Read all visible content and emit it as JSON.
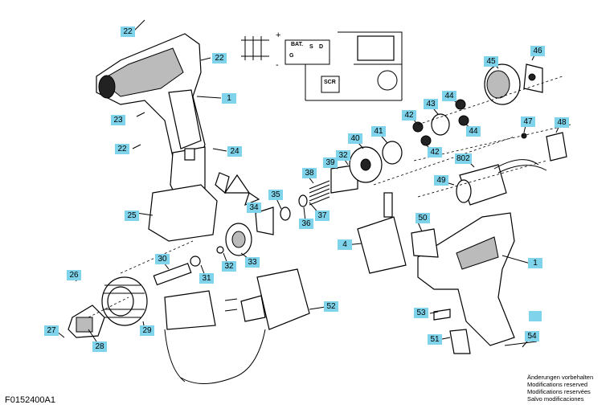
{
  "callouts": [
    "22",
    "22",
    "22",
    "1",
    "23",
    "24",
    "25",
    "26",
    "27",
    "28",
    "29",
    "30",
    "31",
    "32",
    "33",
    "34",
    "35",
    "36",
    "37",
    "38",
    "39",
    "32",
    "40",
    "41",
    "42",
    "42",
    "43",
    "44",
    "44",
    "45",
    "46",
    "47",
    "48",
    "802",
    "49",
    "50",
    "4",
    "1",
    "52",
    "53",
    "51",
    "54"
  ],
  "legend_text": {
    "line1": "Änderungen vorbehalten",
    "line2": "Modifications reserved",
    "line3": "Modifications reservées",
    "line4": "Salvo modificaciones"
  },
  "drawing_code": "F0152400A1",
  "circuit": {
    "plus": "+",
    "minus": "-",
    "bat": "BAT.",
    "s": "S",
    "d": "D",
    "g": "G",
    "sw": "SCR"
  }
}
